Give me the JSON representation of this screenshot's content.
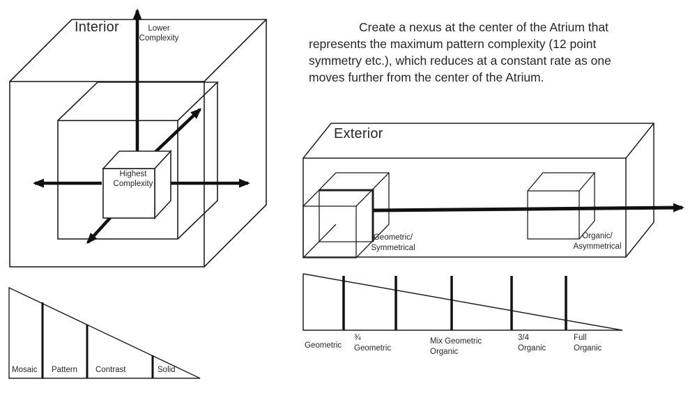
{
  "interior_figure": {
    "title": "Interior",
    "axis_label": {
      "line1": "Lower",
      "line2": "Complexity"
    },
    "center_label": {
      "line1": "Highest",
      "line2": "Complexity"
    }
  },
  "interior_gradient": {
    "labels": [
      "Mosaic",
      "Pattern",
      "Contrast",
      "Solid"
    ]
  },
  "description": {
    "lines": [
      "Create a nexus at the center of the Atrium that",
      "represents the maximum pattern complexity (12 point",
      "symmetry etc.), which reduces at a constant rate as one",
      "moves further from the center of the Atrium."
    ]
  },
  "exterior_figure": {
    "title": "Exterior",
    "left_cube_label": {
      "line1": "Geometric/",
      "line2": "Symmetrical"
    },
    "right_cube_label": {
      "line1": "Organic/",
      "line2": "Asymmetrical"
    }
  },
  "exterior_gradient": {
    "labels": [
      {
        "line1": "Geometric",
        "line2": ""
      },
      {
        "line1": "¾",
        "line2": "Geometric"
      },
      {
        "line1": "Mix Geometric",
        "line2": "Organic"
      },
      {
        "line1": "3/4",
        "line2": "Organic"
      },
      {
        "line1": "Full",
        "line2": "Organic"
      }
    ]
  },
  "colors": {
    "line": "#1e1e1e",
    "arrow": "#111111",
    "text": "#262626",
    "background": "#ffffff"
  }
}
